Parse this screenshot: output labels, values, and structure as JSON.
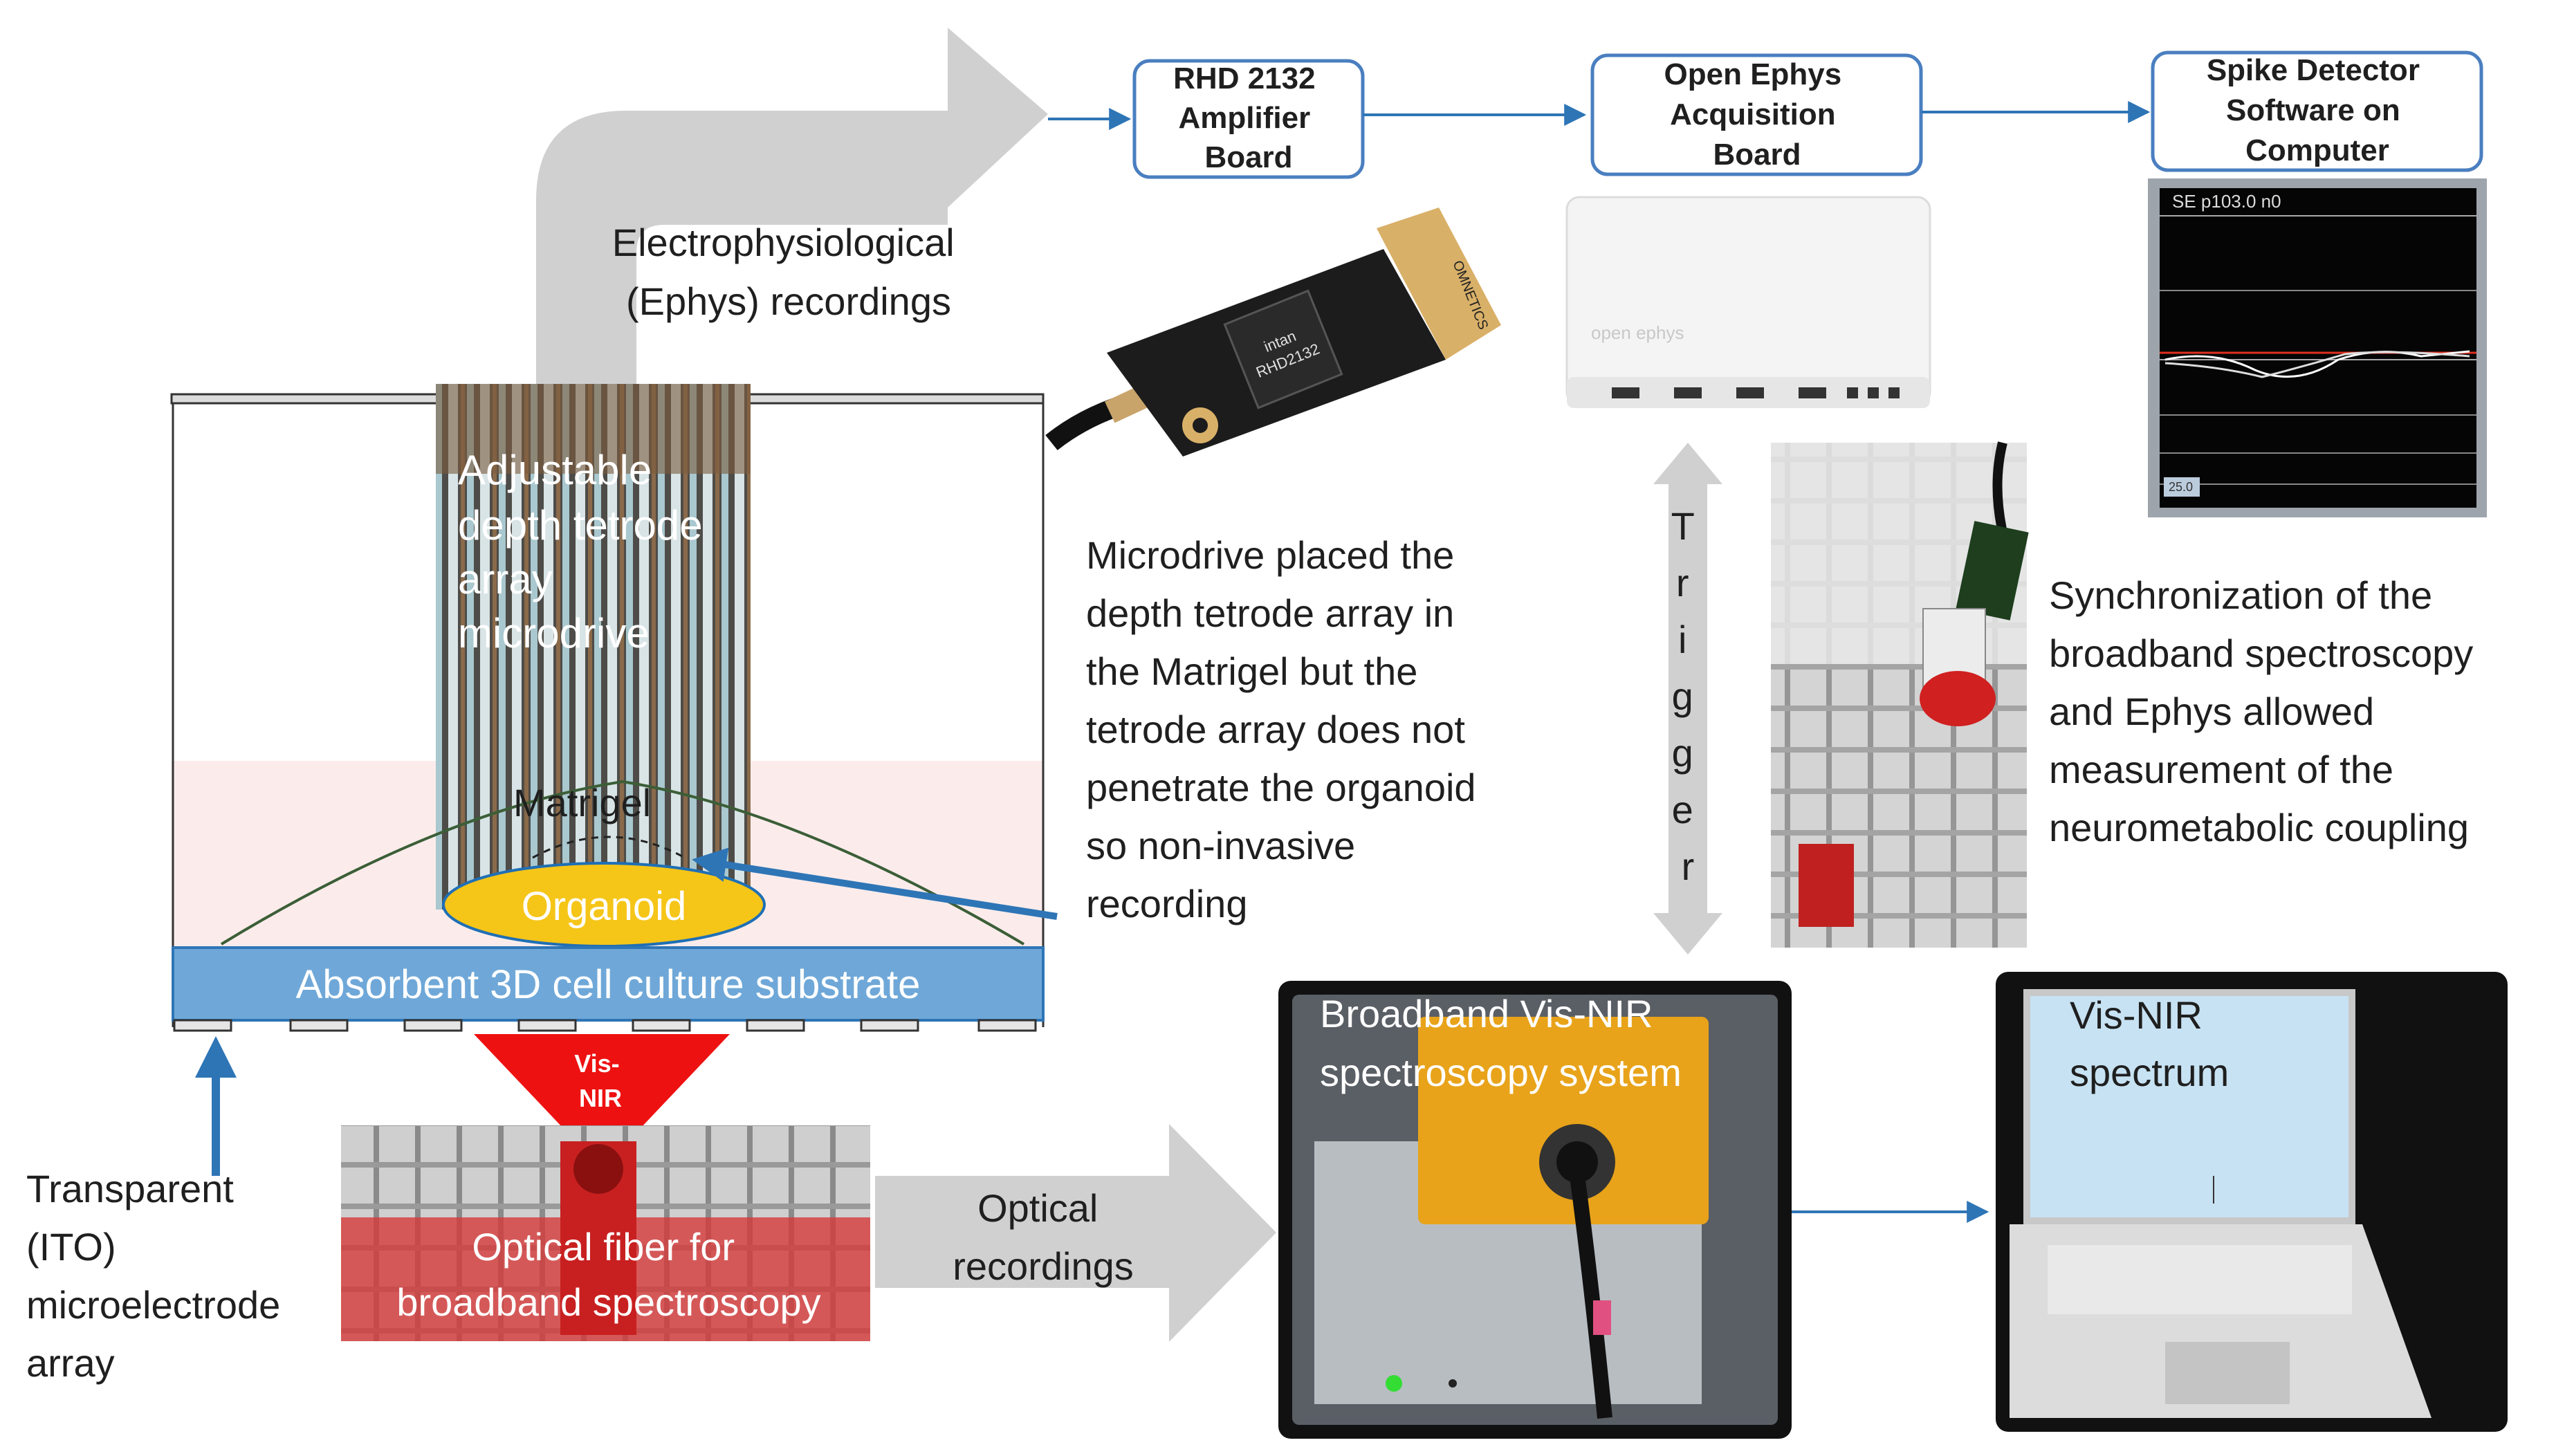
{
  "colors": {
    "gray_arrow": "#d0d0d0",
    "box_stroke": "#4a7fc0",
    "blue_arrow": "#2e75b6",
    "organoid_fill": "#f5c518",
    "substrate_fill": "#6fa8d8",
    "red_cone": "#ee1111",
    "matrigel_tint": "#fbeceb"
  },
  "top_boxes": {
    "amplifier": [
      "RHD 2132",
      "Amplifier",
      "Board"
    ],
    "acquisition": [
      "Open Ephys",
      "Acquisition",
      "Board"
    ],
    "spike": [
      "Spike Detector",
      "Software on",
      "Computer"
    ]
  },
  "labels": {
    "ephys": [
      "Electrophysiological",
      "(Ephys) recordings"
    ],
    "tetrode": [
      "Adjustable",
      "depth tetrode",
      "array",
      "microdrive"
    ],
    "matrigel": "Matrigel",
    "organoid": "Organoid",
    "substrate": "Absorbent 3D cell culture substrate",
    "cone": [
      "Vis-",
      "NIR"
    ],
    "fiber": [
      "Optical fiber for",
      "broadband spectroscopy"
    ],
    "ito": [
      "Transparent",
      "(ITO)",
      "microelectrode",
      "array"
    ],
    "optical": [
      "Optical",
      "recordings"
    ],
    "microdrive_note": [
      "Microdrive placed the",
      "depth tetrode array in",
      "the Matrigel but the",
      "tetrode array does not",
      "penetrate the organoid",
      "so non-invasive",
      "recording"
    ],
    "trigger": [
      "T",
      "r",
      "i",
      "g",
      "g",
      "e",
      "r"
    ],
    "sync_note": [
      "Synchronization of the",
      "broadband spectroscopy",
      "and Ephys allowed",
      "measurement of the",
      "neurometabolic coupling"
    ],
    "spectroscopy_system": [
      "Broadband Vis-NIR",
      "spectroscopy system"
    ],
    "spectrum": [
      "Vis-NIR",
      "spectrum"
    ],
    "board_chip": [
      "RHD2132",
      "intan"
    ],
    "omnetics": "OMNETICS",
    "open_ephys_logo": "open ephys",
    "spike_screen": "SE   p103.0  n0",
    "spike_badge": "25.0"
  }
}
